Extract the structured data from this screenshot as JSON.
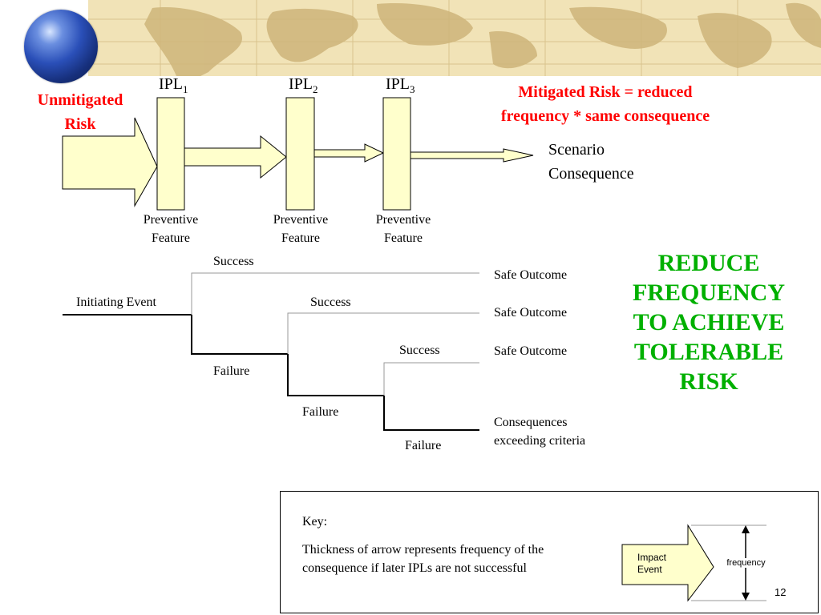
{
  "header": {
    "unmitigated_risk": [
      "Unmitigated",
      "Risk"
    ],
    "mitigated_risk": [
      "Mitigated Risk = reduced",
      "frequency * same consequence"
    ],
    "scenario_consequence": [
      "Scenario",
      "Consequence"
    ]
  },
  "ipls": [
    {
      "name": "IPL",
      "sub": "1",
      "feature": [
        "Preventive",
        "Feature"
      ]
    },
    {
      "name": "IPL",
      "sub": "2",
      "feature": [
        "Preventive",
        "Feature"
      ]
    },
    {
      "name": "IPL",
      "sub": "3",
      "feature": [
        "Preventive",
        "Feature"
      ]
    }
  ],
  "tree": {
    "initiating_event": "Initiating Event",
    "success_label": "Success",
    "failure_label": "Failure",
    "outcomes": [
      "Safe Outcome",
      "Safe Outcome",
      "Safe Outcome"
    ],
    "final_outcome": [
      "Consequences",
      "exceeding criteria"
    ]
  },
  "callout": [
    "REDUCE",
    "FREQUENCY",
    "TO ACHIEVE",
    "TOLERABLE",
    "RISK"
  ],
  "key": {
    "title": "Key:",
    "description": "Thickness of arrow represents frequency of the consequence if later IPLs are not successful",
    "impact_event": [
      "Impact",
      "Event"
    ],
    "frequency": "frequency"
  },
  "slide_number": "12",
  "colors": {
    "accent_red": "#ff0000",
    "accent_green": "#00b000",
    "box_fill": "#ffffcc",
    "banner": "#f1e3b7"
  }
}
